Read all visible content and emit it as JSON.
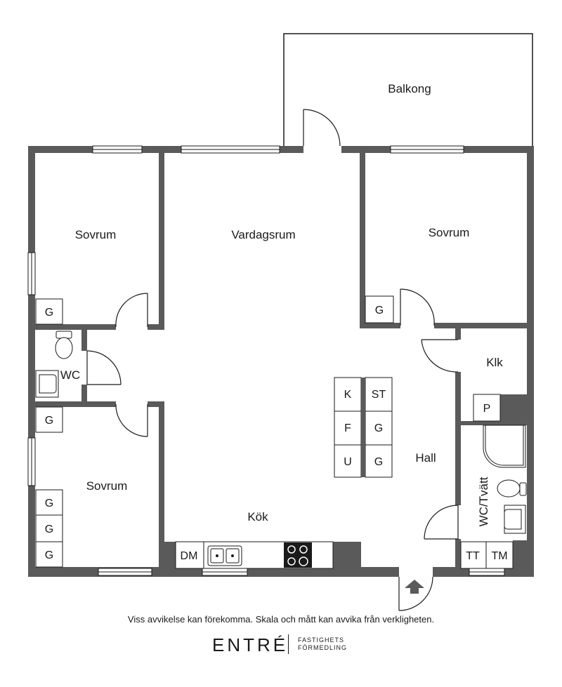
{
  "rooms": {
    "balkong": "Balkong",
    "sovrum_top_left": "Sovrum",
    "vardagsrum": "Vardagsrum",
    "sovrum_top_right": "Sovrum",
    "wc": "WC",
    "klk": "Klk",
    "hall": "Hall",
    "sovrum_bottom_left": "Sovrum",
    "kok": "Kök",
    "wc_tvatt": "WC/Tvätt"
  },
  "fixtures": {
    "g": "G",
    "k": "K",
    "st": "ST",
    "f": "F",
    "u": "U",
    "p": "P",
    "dm": "DM",
    "tt": "TT",
    "tm": "TM"
  },
  "footer": {
    "disclaimer": "Viss avvikelse kan förekomma. Skala och mått kan avvika från verkligheten.",
    "logo_word": "ENTRÉ",
    "logo_line1": "FASTIGHETS",
    "logo_line2": "FÖRMEDLING"
  },
  "colors": {
    "wall": "#5a5a5a",
    "line": "#1a1a1a",
    "background": "#ffffff"
  }
}
